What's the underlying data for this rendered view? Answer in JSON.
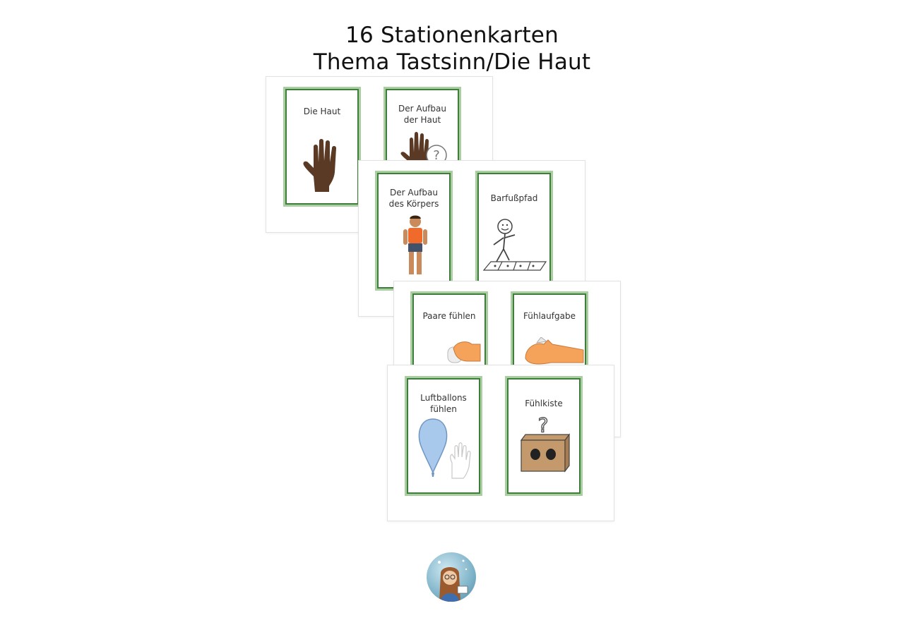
{
  "header": {
    "line1": "16 Stationenkarten",
    "line2": "Thema Tastsinn/Die Haut"
  },
  "cards": [
    {
      "label": "Die Haut",
      "icon": "hand-icon"
    },
    {
      "label": "Der Aufbau der Haut",
      "icon": "hand-question-icon"
    },
    {
      "label": "Der Aufbau des Körpers",
      "icon": "boy-body-icon"
    },
    {
      "label": "Barfußpfad",
      "icon": "barefoot-path-icon"
    },
    {
      "label": "Paare fühlen",
      "icon": "hand-feeling-icon"
    },
    {
      "label": "Fühlaufgabe",
      "icon": "hand-grab-icon"
    },
    {
      "label": "Luftballons fühlen",
      "icon": "balloon-icon"
    },
    {
      "label": "Fühlkiste",
      "icon": "feeling-box-icon"
    }
  ],
  "colors": {
    "card_frame": "#a9cfa0",
    "card_border": "#3f7d3c"
  },
  "footer": {
    "logo": "author-avatar-icon"
  }
}
